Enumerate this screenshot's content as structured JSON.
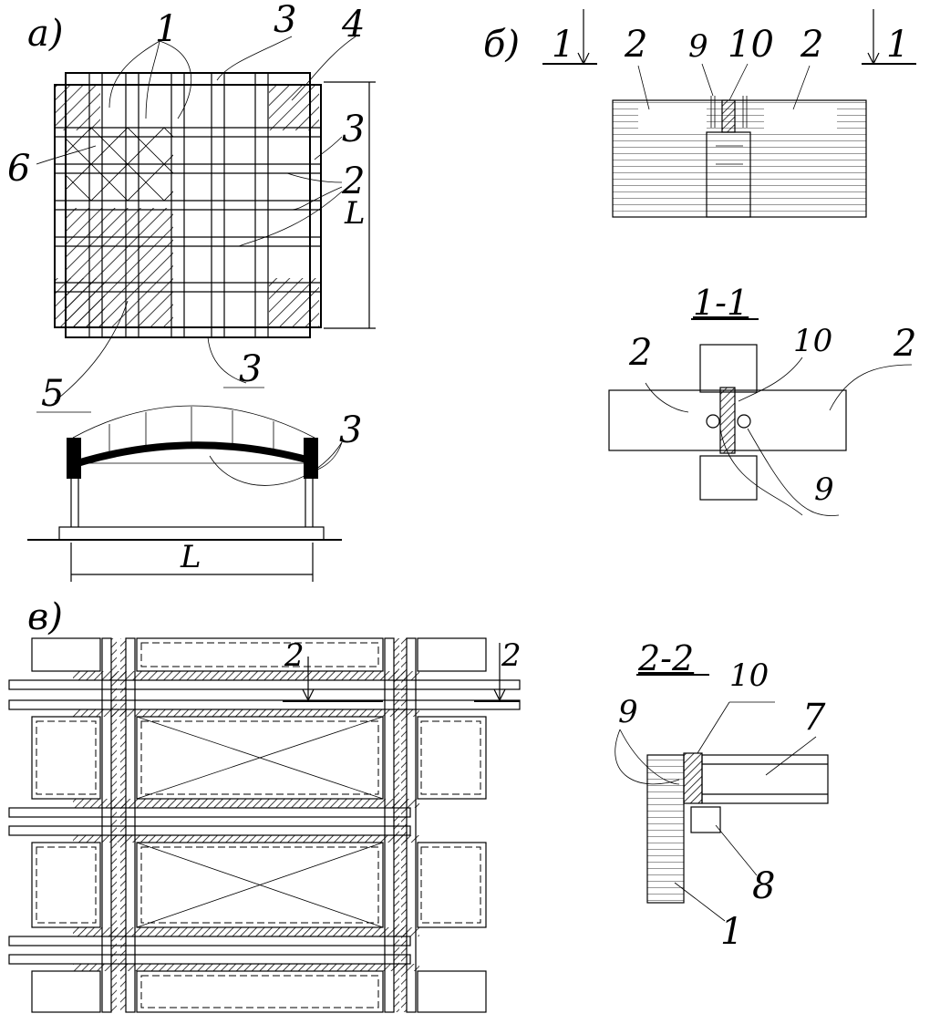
{
  "view_a": {
    "title": "а)",
    "callouts": [
      "1",
      "3",
      "4",
      "6",
      "3",
      "2",
      "L",
      "5",
      "3"
    ],
    "elevation_callout": "3",
    "dimension": "L"
  },
  "view_b": {
    "title": "б)",
    "section_mark": "1",
    "labels": [
      "2",
      "9",
      "10",
      "2"
    ]
  },
  "section_1_1": {
    "title": "1-1",
    "labels": [
      "2",
      "10",
      "2",
      "9"
    ]
  },
  "view_v": {
    "title": "в)",
    "section_mark": "2"
  },
  "section_2_2": {
    "title": "2-2",
    "labels": [
      "9",
      "10",
      "7",
      "8",
      "1"
    ]
  }
}
